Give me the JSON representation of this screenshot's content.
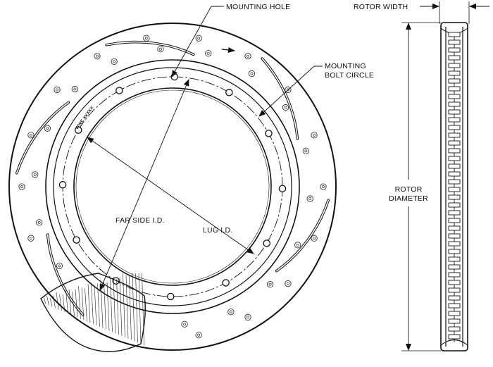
{
  "labels": {
    "mounting_hole": "MOUNTING HOLE",
    "mounting_bolt_circle_1": "MOUNTING",
    "mounting_bolt_circle_2": "BOLT CIRCLE",
    "far_side_id": "FAR SIDE I.D.",
    "lug_id": "LUG I.D.",
    "rotor_width": "ROTOR WIDTH",
    "rotor_diameter_1": "ROTOR",
    "rotor_diameter_2": "DIAMETER",
    "stamp": "WWE XXXXX"
  },
  "counts": {
    "mounting_holes": 12,
    "drilled_holes": 36,
    "slots": 6
  },
  "colors": {
    "line": "#111111",
    "background": "#ffffff"
  }
}
